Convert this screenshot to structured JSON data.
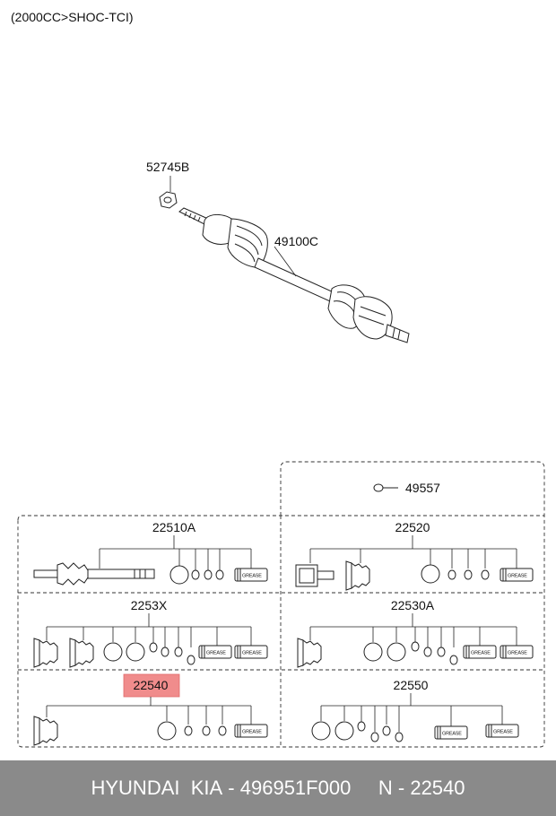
{
  "diagram": {
    "subtitle": "(2000CC>SHOC-TCI)",
    "callouts": {
      "nut": "52745B",
      "shaft": "49100C",
      "band": "49557"
    },
    "kits": {
      "k22510A": "22510A",
      "k22520": "22520",
      "k2253X": "2253X",
      "k22530A": "22530A",
      "k22540": "22540",
      "k22550": "22550"
    },
    "grease_label": "GREASE",
    "highlight_color": "#f08c8c"
  },
  "footer": {
    "brand": "HYUNDAI  KIA",
    "sep1": " - ",
    "part_number": "496951F000",
    "gap": "     ",
    "prefix": "N",
    "sep2": " - ",
    "ref": "22540"
  }
}
